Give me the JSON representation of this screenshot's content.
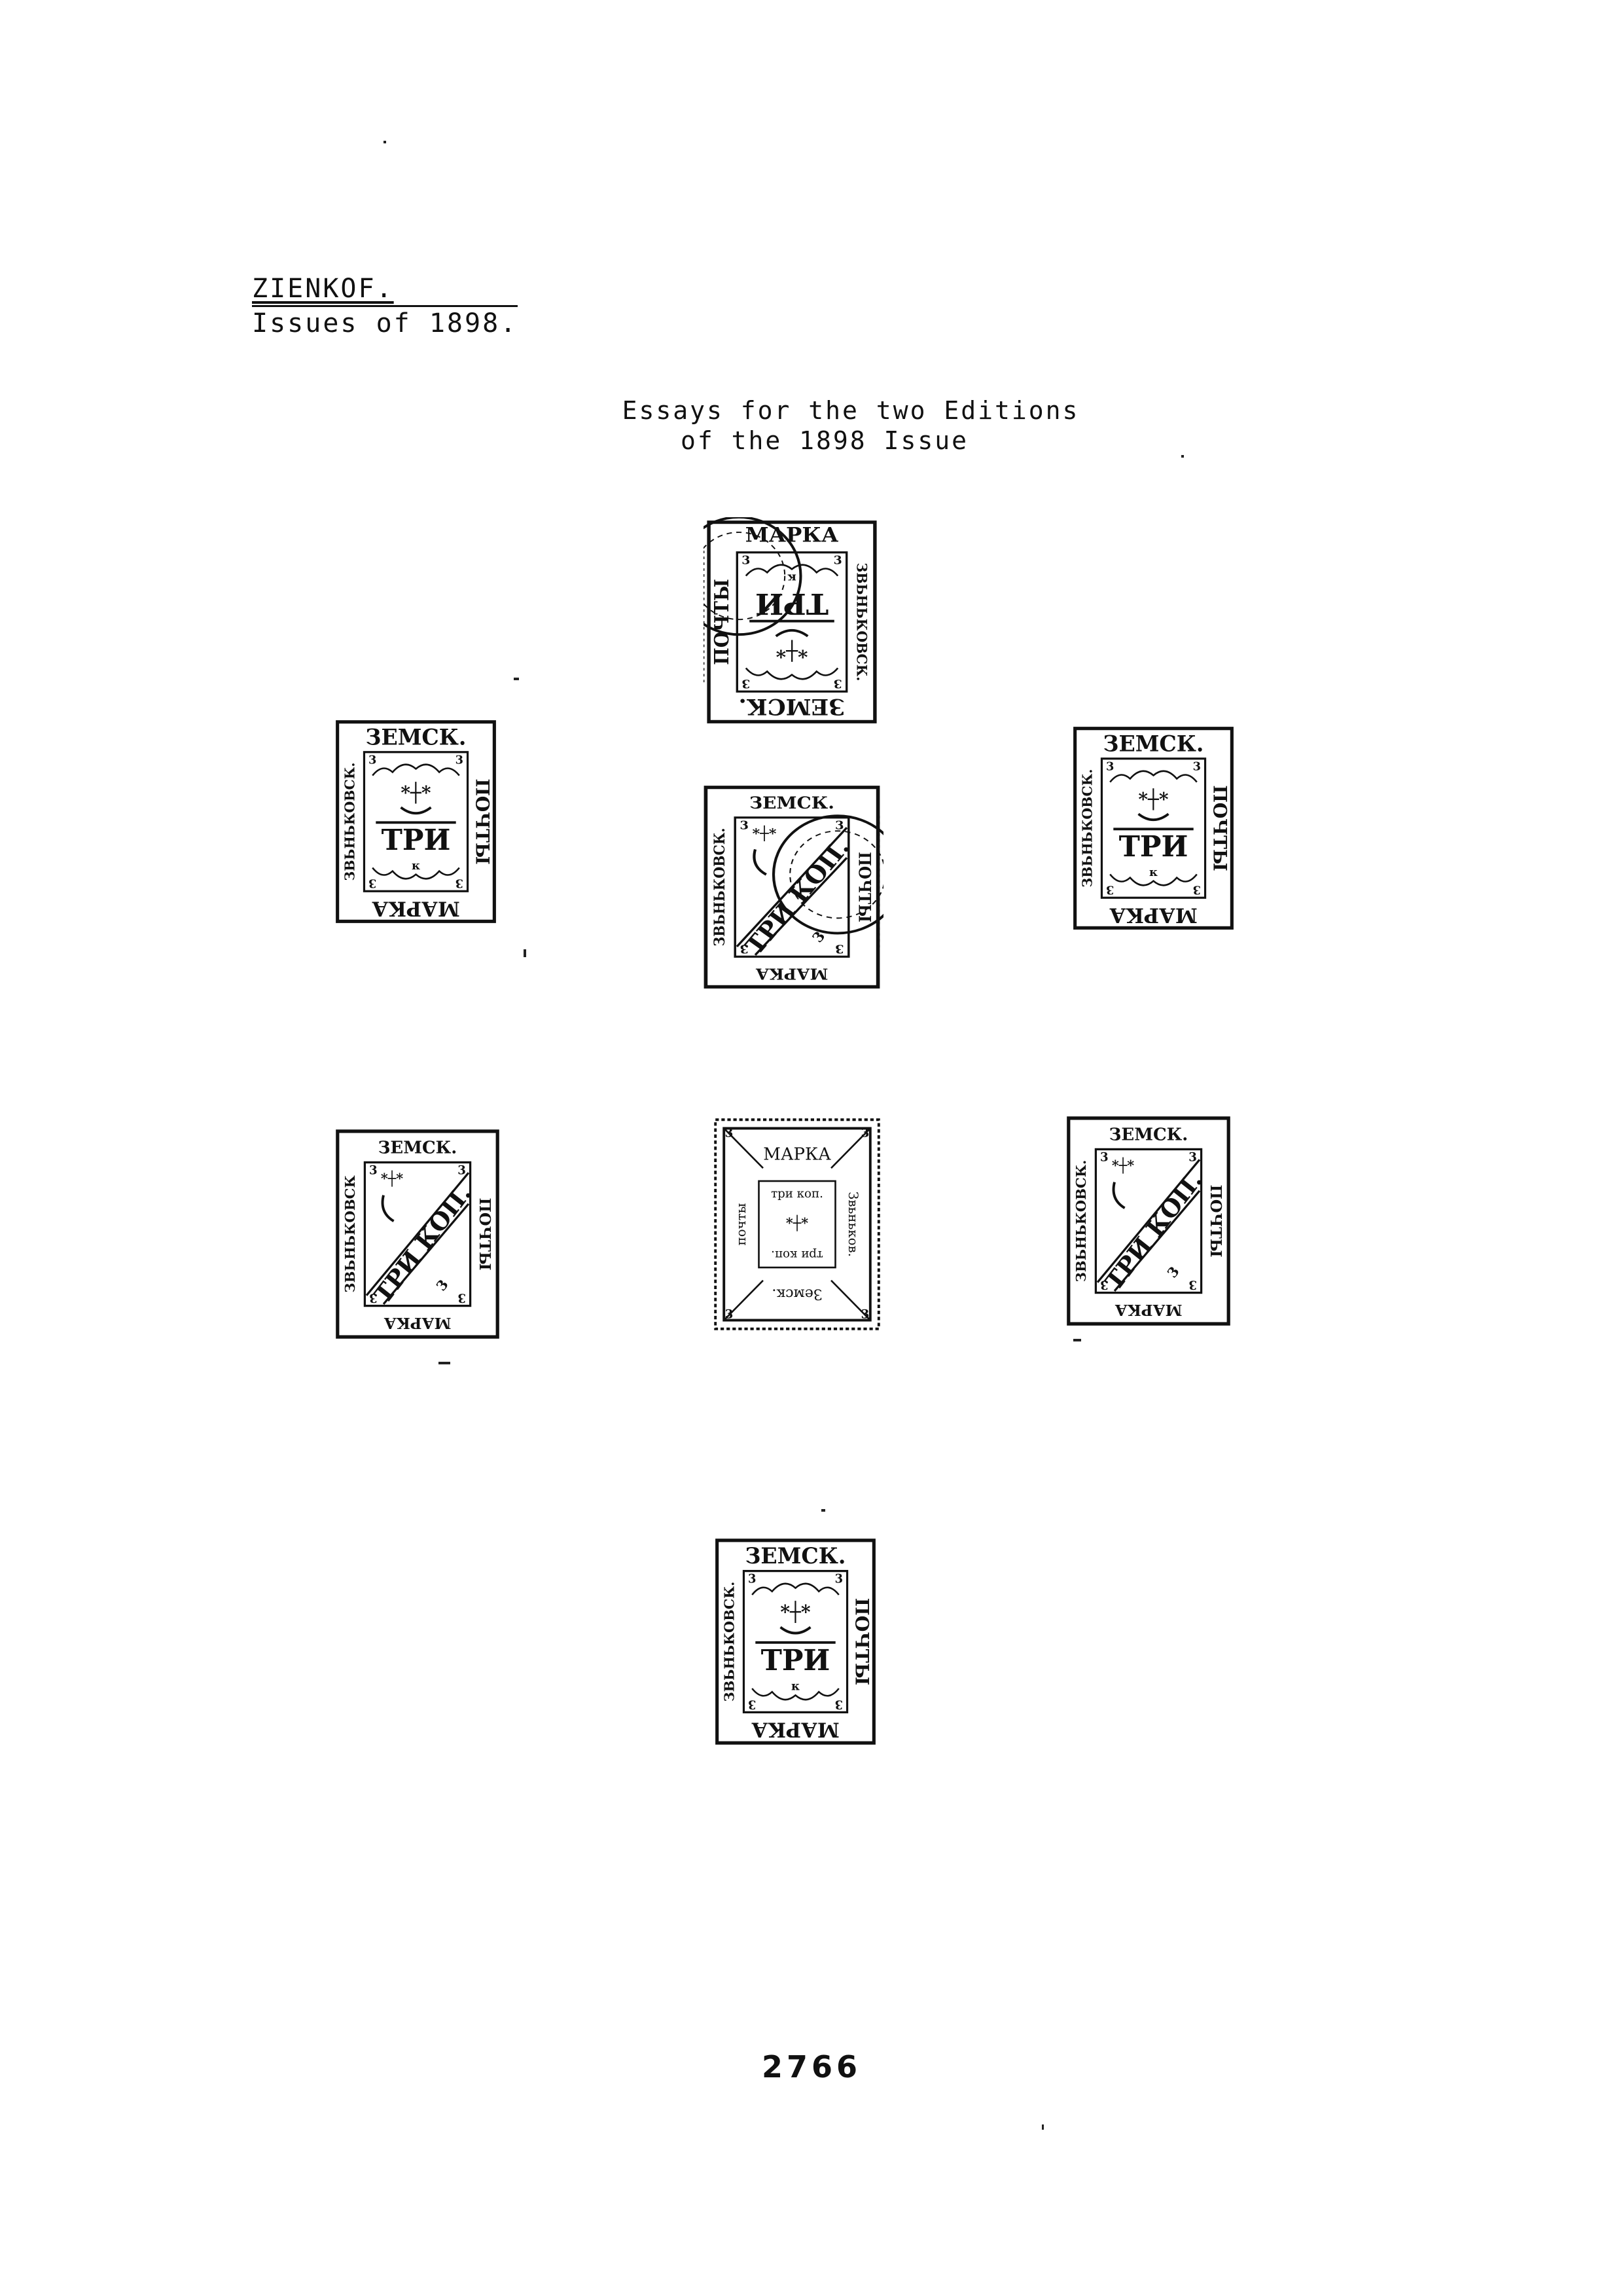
{
  "header": {
    "title": "ZIENKOF.",
    "subtitle": "Issues of 1898."
  },
  "caption": {
    "line1": "Essays for the two Editions",
    "line2": "of the 1898 Issue"
  },
  "page_number": "2766",
  "stamps": [
    {
      "id": "a",
      "top": "ЗЕМСК.",
      "bottom": "МАРКА",
      "left": "ЗВЬНЬКОВСК.",
      "right": "ПОЧТЫ",
      "center": "ТРИ",
      "corner": "3",
      "design": "ornate",
      "inverted": true,
      "cancelled": true
    },
    {
      "id": "b",
      "top": "ЗЕМСК.",
      "bottom": "МАРКА",
      "left": "ЗВЬНЬКОВСК.",
      "right": "ПОЧТЫ",
      "center": "ТРИ",
      "corner": "3",
      "design": "ornate",
      "inverted": false,
      "cancelled": false
    },
    {
      "id": "c",
      "top": "ЗЕМСК.",
      "bottom": "МАРКА",
      "left": "ЗВЬНЬКОВСК.",
      "right": "ПОЧТЫ",
      "center": "ТРИ КОП.",
      "corner": "3",
      "design": "diagonal",
      "inverted": false,
      "cancelled": true
    },
    {
      "id": "d",
      "top": "ЗЕМСК.",
      "bottom": "МАРКА",
      "left": "ЗВЬНЬКОВСК.",
      "right": "ПОЧТЫ",
      "center": "ТРИ",
      "corner": "3",
      "design": "ornate",
      "inverted": false,
      "cancelled": false
    },
    {
      "id": "e",
      "top": "ЗЕМСК.",
      "bottom": "МАРКА",
      "left": "ЗВЬНЬКОВСК",
      "right": "ПОЧТЫ",
      "center": "ТРИ КОП.",
      "corner": "3",
      "design": "diagonal",
      "inverted": false,
      "cancelled": false
    },
    {
      "id": "f",
      "top": "МАРКА",
      "bottom": "Земск.",
      "left": "почты",
      "right": "Звьньков.",
      "center": "три коп.",
      "corner": "3",
      "design": "frame",
      "inverted": false,
      "cancelled": false
    },
    {
      "id": "g",
      "top": "ЗЕМСК.",
      "bottom": "МАРКА",
      "left": "ЗВЬНЬКОВСК.",
      "right": "ПОЧТЫ",
      "center": "ТРИ КОП.",
      "corner": "3",
      "design": "diagonal",
      "inverted": false,
      "cancelled": false
    },
    {
      "id": "h",
      "top": "ЗЕМСК.",
      "bottom": "МАРКА",
      "left": "ЗВЬНЬКОВСК.",
      "right": "ПОЧТЫ",
      "center": "ТРИ",
      "corner": "3",
      "design": "ornate",
      "inverted": false,
      "cancelled": false
    }
  ]
}
